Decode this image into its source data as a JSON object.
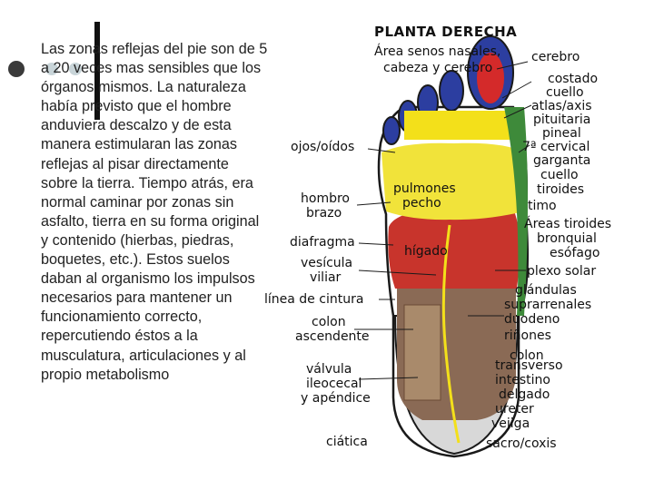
{
  "paragraph": "Las zonas reflejas del pie son de 5 a 20 veces mas sensibles que los órganos mismos. La naturaleza había previsto que el hombre anduviera descalzo y de esta manera estimularan las zonas reflejas al pisar directamente sobre la tierra. Tiempo atrás, era normal caminar por zonas sin asfalto, tierra en su forma original y contenido (hierbas, piedras, boquetes, etc.). Estos suelos daban al organismo los impulsos necesarios para mantener un funcionamiento correcto, repercutiendo éstos a la musculatura, articulaciones y al propio metabolismo",
  "diagram": {
    "title": "PLANTA DERECHA",
    "labels": {
      "senos": "Área senos nasales,",
      "cabeza": "cabeza y cerebro",
      "cerebro": "cerebro",
      "costado": "costado",
      "cuello1": "cuello",
      "atlas": "atlas/axis",
      "pituitaria": "pituitaria",
      "pineal": "pineal",
      "cervical": "7ª cervical",
      "garganta": "garganta",
      "cuello2": "cuello",
      "tiroides": "tiroides",
      "timo": "timo",
      "ojos": "ojos/oídos",
      "pulmones": "pulmones",
      "pecho": "pecho",
      "hombro": "hombro",
      "brazo": "brazo",
      "areas_tiroides": "Áreas tiroides",
      "bronquial": "bronquial",
      "esofago": "esófago",
      "diafragma": "diafragma",
      "higado": "hígado",
      "vesicula": "vesícula",
      "viliar": "viliar",
      "plexo": "plexo solar",
      "glandulas": "glándulas",
      "suprarrenales": "suprarrenales",
      "cintura": "línea de cintura",
      "duodeno": "duodeno",
      "colon_a1": "colon",
      "colon_a2": "ascendente",
      "rinones": "riñones",
      "colon_t1": "colon",
      "colon_t2": "transverso",
      "valvula": "válvula",
      "ileocecal": "ileocecal",
      "apendice": "y apéndice",
      "intestino": "intestino",
      "delgado": "delgado",
      "ureter": "ureter",
      "vejiga": "vejiga",
      "ciatica": "ciática",
      "sacro": "sacro/coxis"
    }
  },
  "colors": {
    "foot_outline": "#1a1a1a",
    "sinus_blue": "#2c3ea0",
    "head_red": "#d42a2a",
    "neck_yellow": "#f3e01a",
    "spine_green": "#3e8a3a",
    "lung_yellow": "#f1e33a",
    "liver_red": "#c8342c",
    "intestine_brown": "#8a6a55",
    "heel_gray": "#d8d8d8"
  }
}
